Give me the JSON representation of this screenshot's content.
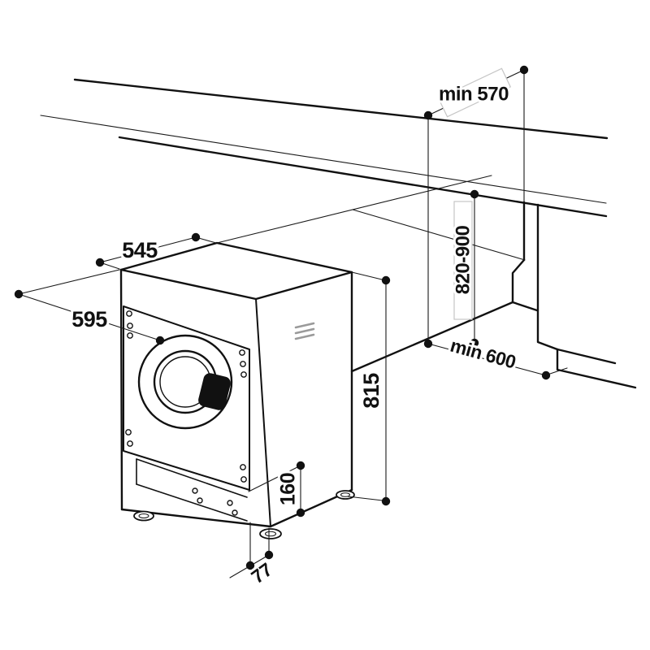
{
  "diagram": {
    "title": "built-in washing machine installation drawing",
    "dimensions": {
      "counter_depth": "min 570",
      "top_depth": "545",
      "width": "595",
      "niche_height": "820-900",
      "machine_height": "815",
      "niche_depth": "min 600",
      "plinth_height": "160",
      "toe_offset": "77"
    },
    "colors": {
      "line": "#111111",
      "background": "#ffffff",
      "label_box_border": "#c6c6c6",
      "vent_gray": "#9a9a9a"
    }
  }
}
